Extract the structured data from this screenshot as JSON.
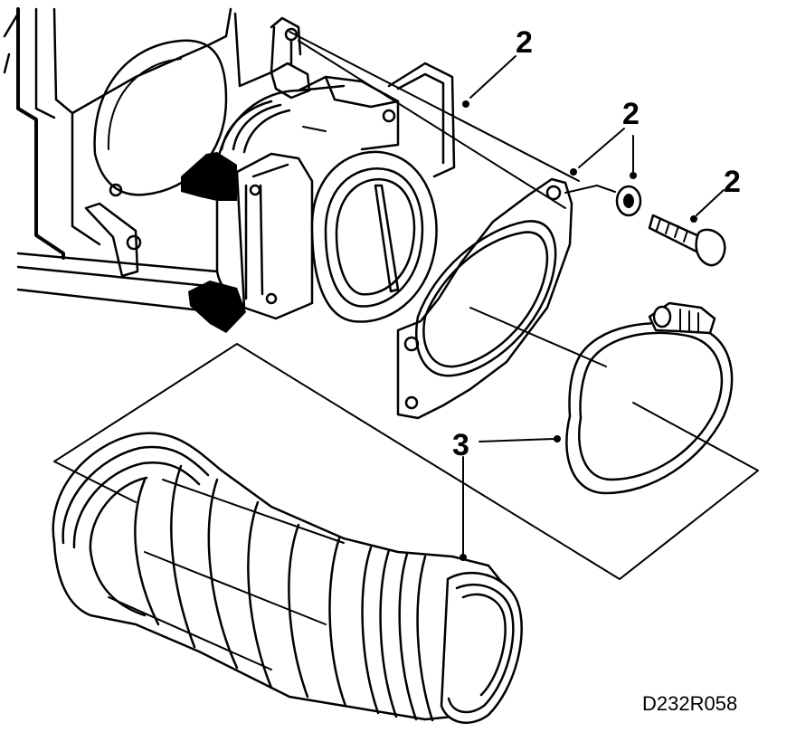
{
  "callouts": {
    "upper_duct": "2",
    "gasket": "2",
    "washer": "2",
    "bolt": "2",
    "hose_clamp": "3"
  },
  "diagram_code": "D232R058"
}
